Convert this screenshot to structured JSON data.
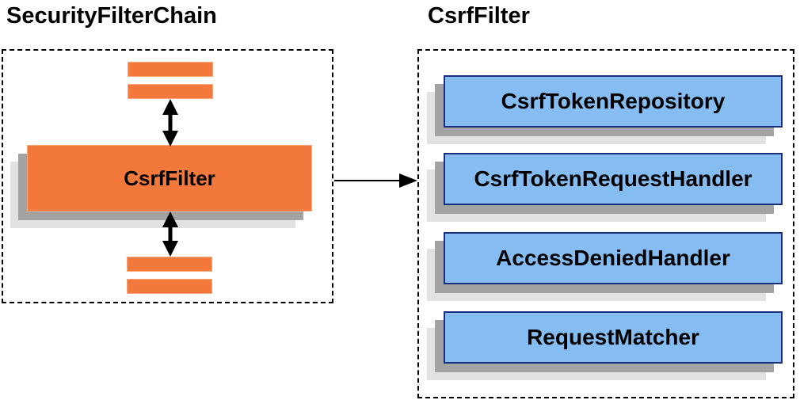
{
  "left_panel": {
    "title": "SecurityFilterChain",
    "csrf_filter_label": "CsrfFilter",
    "placeholder_filter_bars_above": 2,
    "placeholder_filter_bars_below": 2
  },
  "right_panel": {
    "title": "CsrfFilter",
    "components": [
      "CsrfTokenRepository",
      "CsrfTokenRequestHandler",
      "AccessDeniedHandler",
      "RequestMatcher"
    ]
  },
  "connectors": {
    "vertical_bidirectional_arrows": 2,
    "horizontal_flow_arrow": 1
  },
  "colors": {
    "filter_fill": "#F2783B",
    "filter_border": "#F9A87C",
    "component_fill": "#85BDF2",
    "component_border": "#1A2F7C",
    "shadow_dark": "#A3A3A3",
    "shadow_light": "#E2E2E2",
    "connector": "#000000",
    "dashed_border": "#000000",
    "text": "#000000"
  }
}
